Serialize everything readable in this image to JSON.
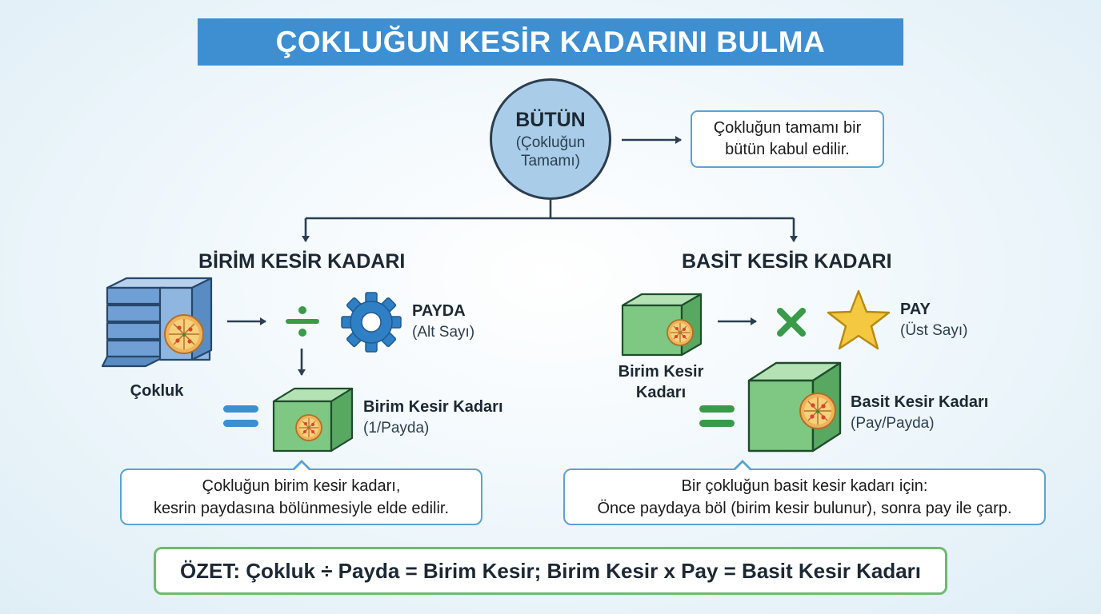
{
  "title": "ÇOKLUĞUN KESİR KADARINI BULMA",
  "whole": {
    "label": "BÜTÜN",
    "sublabel": "(Çokluğun Tamamı)",
    "note": "Çokluğun tamamı bir bütün kabul edilir."
  },
  "unit_fraction": {
    "title": "BİRİM KESİR KADARI",
    "collection_label": "Çokluk",
    "divisor_label": "PAYDA",
    "divisor_sub": "(Alt Sayı)",
    "result_label": "Birim Kesir Kadarı",
    "result_sub": "(1/Payda)",
    "note_line1": "Çokluğun birim kesir kadarı,",
    "note_line2": "kesrin paydasına bölünmesiyle elde edilir."
  },
  "simple_fraction": {
    "title": "BASİT KESİR KADARI",
    "input_label": "Birim Kesir Kadarı",
    "multiplier_label": "PAY",
    "multiplier_sub": "(Üst Sayı)",
    "result_label": "Basit Kesir Kadarı",
    "result_sub": "(Pay/Payda)",
    "note_line1": "Bir çokluğun basit kesir kadarı için:",
    "note_line2": "Önce paydaya böl (birim kesir bulunur), sonra pay ile çarp."
  },
  "summary": "ÖZET: Çokluk ÷ Payda = Birim Kesir; Birim Kesir x Pay = Basit Kesir Kadarı",
  "icons": {
    "collection": "stacked-boxes-icon",
    "divide": "divide-icon",
    "gear": "gear-icon",
    "multiply": "multiply-icon",
    "star": "star-icon",
    "equals": "equals-icon",
    "box": "box-icon",
    "pizza": "pizza-icon"
  },
  "colors": {
    "banner": "#3d8fd2",
    "circle": "#a9cde9",
    "border_blue": "#5aa3d4",
    "gear": "#2f7fc4",
    "cube_green": "#7ec883",
    "cube_blue": "#6f9fd4",
    "star": "#f5c842",
    "multiply": "#3a9a4a",
    "summary_border": "#6dbb6d"
  }
}
